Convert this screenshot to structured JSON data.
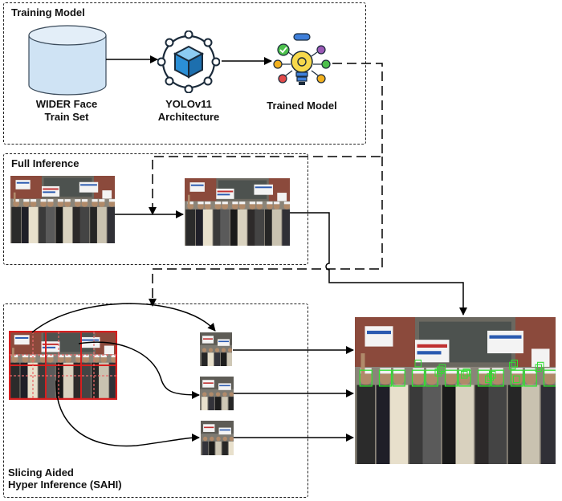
{
  "panels": {
    "training": {
      "title": "Training Model"
    },
    "full_inference": {
      "title": "Full Inference"
    },
    "sahi": {
      "title_line1": "Slicing Aided",
      "title_line2": "Hyper Inference (SAHI)"
    }
  },
  "nodes": {
    "dataset": {
      "line1": "WIDER Face",
      "line2": "Train Set",
      "icon": "database-cylinder-icon"
    },
    "architecture": {
      "line1": "YOLOv11",
      "line2": "Architecture",
      "icon": "network-cube-icon"
    },
    "trained_model": {
      "line1": "Trained Model",
      "line2": "",
      "icon": "lightbulb-gears-icon"
    }
  },
  "colors": {
    "cylinder_fill": "#cfe3f4",
    "cylinder_stroke": "#3a4a5a",
    "cube_blue": "#2b8fd6",
    "slice_grid": "#d62020",
    "detection_box": "#33dd33"
  }
}
